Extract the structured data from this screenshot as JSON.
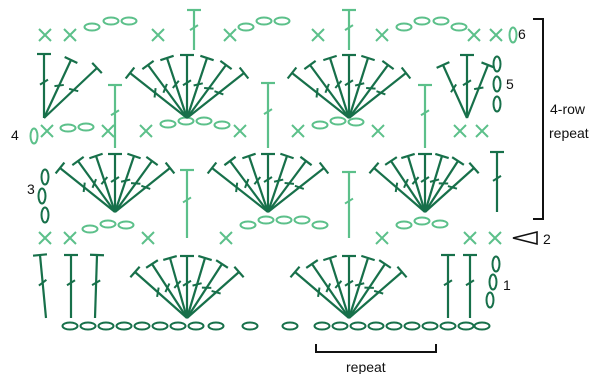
{
  "diagram": {
    "kind": "crochet-stitch-chart",
    "colors": {
      "dark_green": "#17704a",
      "light_green": "#5cc08a",
      "black": "#111111"
    },
    "row_numbers": [
      "1",
      "2",
      "3",
      "4",
      "5",
      "6"
    ],
    "labels": {
      "row_repeat_line1": "4-row",
      "row_repeat_line2": "repeat",
      "stitch_repeat": "repeat"
    }
  }
}
